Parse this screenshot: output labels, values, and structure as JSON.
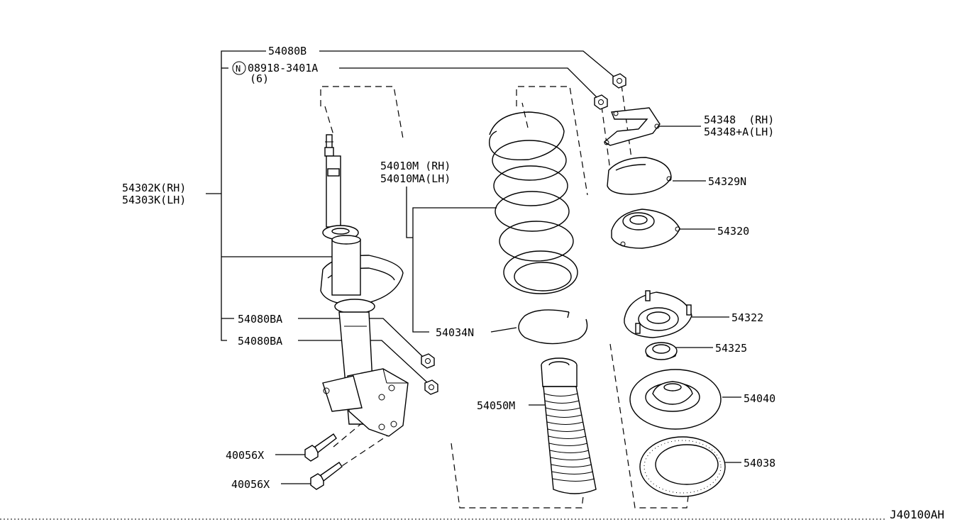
{
  "diagram_id": "J40100AH",
  "callouts": {
    "p54080B": "54080B",
    "p08918_n": "N",
    "p08918": "08918-3401A",
    "p08918_qty": "(6)",
    "p54302K": "54302K(RH)",
    "p54303K": "54303K(LH)",
    "p54010M": "54010M (RH)",
    "p54010MA": "54010MA(LH)",
    "p54348": "54348  (RH)",
    "p54348A": "54348+A(LH)",
    "p54329N": "54329N",
    "p54320": "54320",
    "p54080BA_1": "54080BA",
    "p54080BA_2": "54080BA",
    "p54034N": "54034N",
    "p54322": "54322",
    "p54325": "54325",
    "p54040": "54040",
    "p54050M": "54050M",
    "p54038": "54038",
    "p40056X_1": "40056X",
    "p40056X_2": "40056X"
  }
}
